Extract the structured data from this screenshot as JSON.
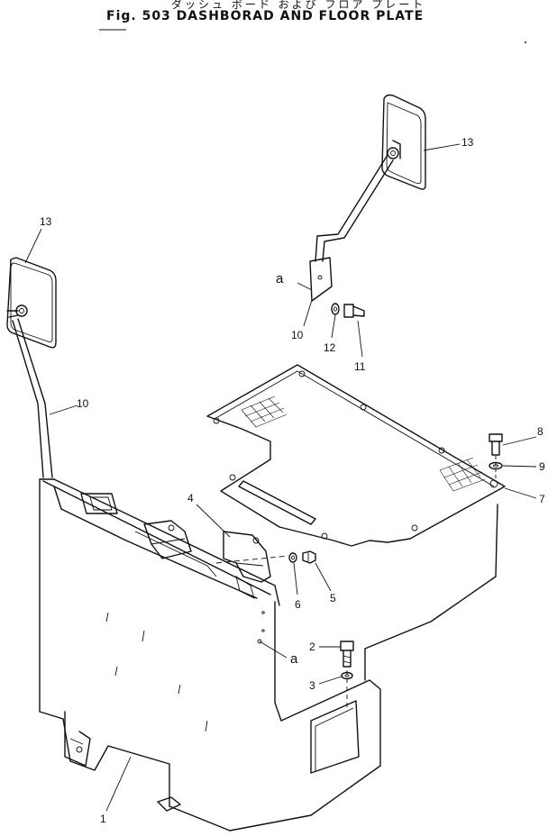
{
  "figure": {
    "title_jp": "ダッシュ ボード および フロア プレート",
    "title": "Fig. 503 DASHBORAD AND FLOOR PLATE"
  },
  "callouts": {
    "c1": "1",
    "c2": "2",
    "c3": "3",
    "c4": "4",
    "c5": "5",
    "c6": "6",
    "c7": "7",
    "c8": "8",
    "c9": "9",
    "c10_left": "10",
    "c10_right": "10",
    "c11": "11",
    "c12": "12",
    "c13_left": "13",
    "c13_right": "13",
    "ref_a_top": "a",
    "ref_a_bottom": "a"
  }
}
